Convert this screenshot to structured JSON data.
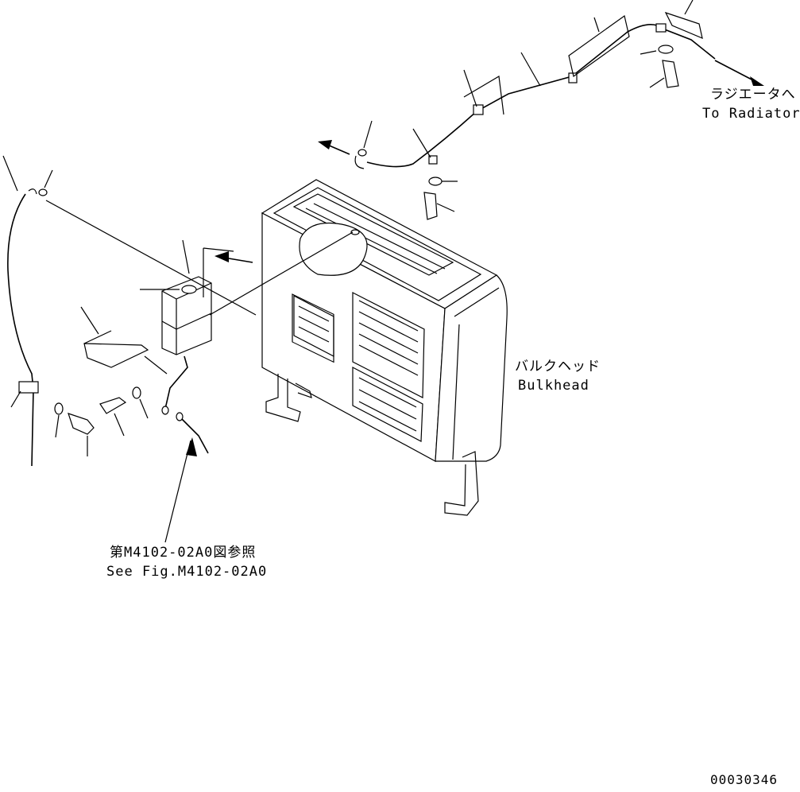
{
  "labels": {
    "radiator_jp": "ラジエータへ",
    "radiator_en": "To Radiator",
    "bulkhead_jp": "バルクヘッド",
    "bulkhead_en": "Bulkhead",
    "seefig_jp": "第M4102-02A0図参照",
    "seefig_en": "See Fig.M4102-02A0",
    "drawing_no": "00030346"
  }
}
